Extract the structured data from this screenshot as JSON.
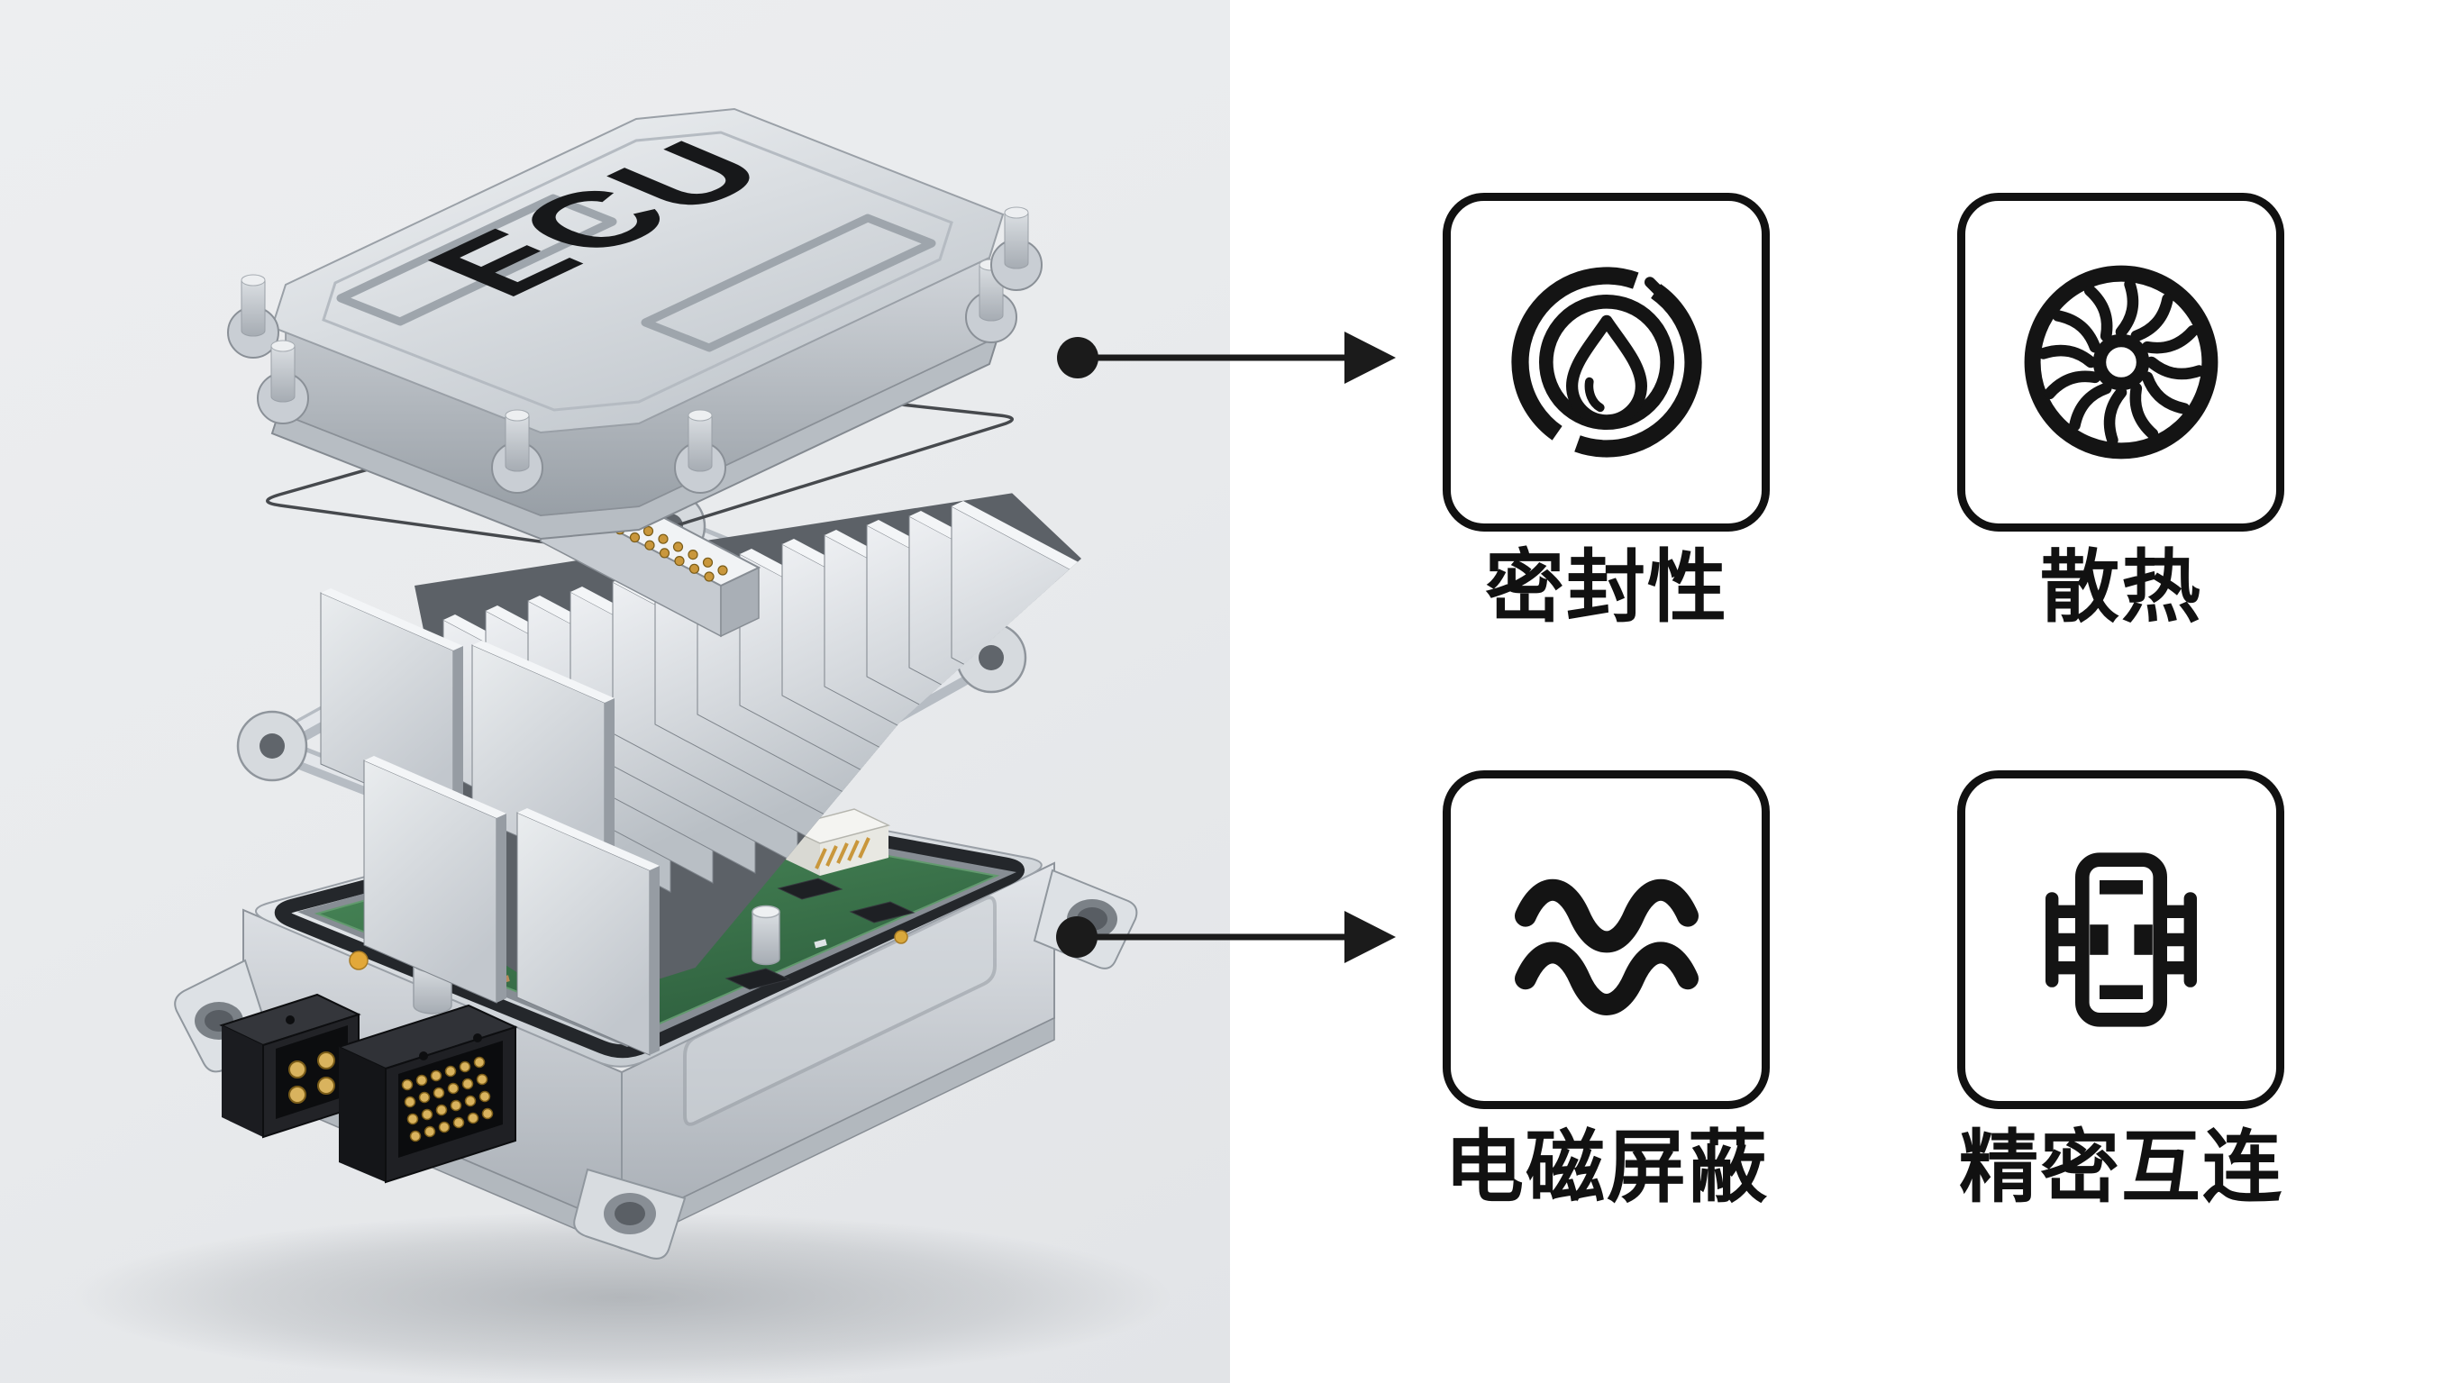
{
  "product": {
    "label": "ECU"
  },
  "features": [
    {
      "id": "sealing",
      "label": "密封性",
      "icon": "seal-drop-icon"
    },
    {
      "id": "heat-dissipation",
      "label": "散热",
      "icon": "turbine-fan-icon"
    },
    {
      "id": "emi-shielding",
      "label": "电磁屏蔽",
      "icon": "em-waves-icon"
    },
    {
      "id": "precision-interconnect",
      "label": "精密互连",
      "icon": "interconnect-icon"
    }
  ],
  "colors": {
    "left_background": "#e9ebed",
    "right_background": "#ffffff",
    "card_border": "#111111",
    "label_text": "#111111",
    "arrow": "#1b1b1b",
    "metal_light": "#eef0f3",
    "metal_mid": "#c3c8ce",
    "metal_dark": "#8a9097",
    "pcb_green": "#3d7a4c",
    "seal_black": "#24272b",
    "pin_gold": "#c9973c",
    "connector_black": "#1d1e22"
  }
}
